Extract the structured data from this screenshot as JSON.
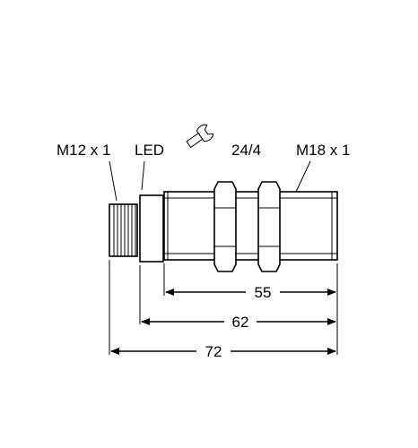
{
  "labels": {
    "connector_thread": "M12 x 1",
    "led": "LED",
    "wrench_size": "24/4",
    "housing_thread": "M18 x 1"
  },
  "icons": {
    "wrench": "wrench-icon"
  },
  "dimensions": {
    "d1": "55",
    "d2": "62",
    "d3": "72"
  }
}
